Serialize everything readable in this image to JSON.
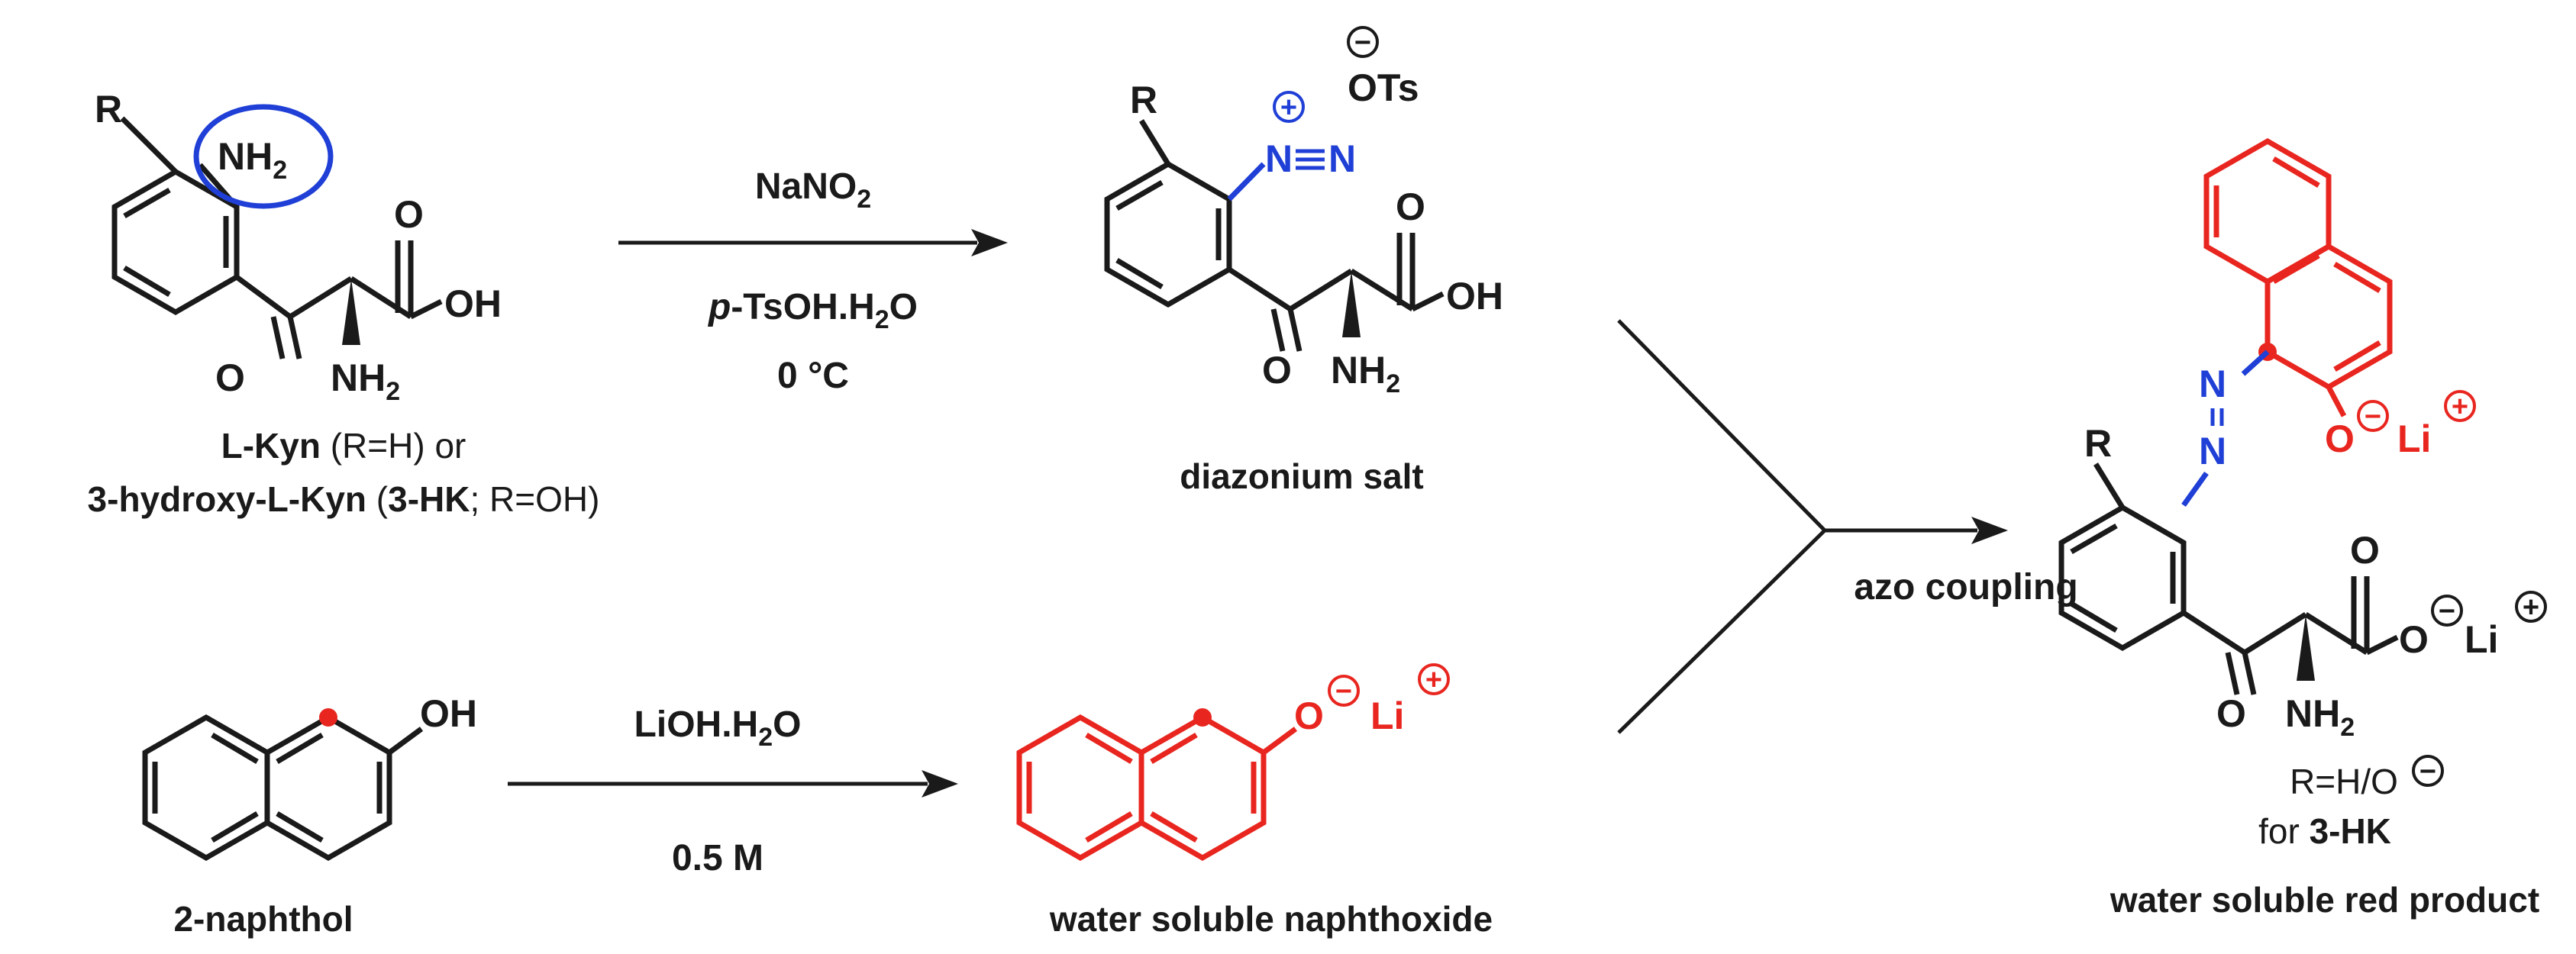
{
  "atoms": {
    "R": "R",
    "NH": "NH",
    "sub2": "2",
    "OH": "OH",
    "O": "O",
    "N": "N",
    "OTs": "OTs",
    "Li": "Li",
    "minus": "−",
    "plus": "+"
  },
  "reagents": {
    "top_above": "NaNO",
    "top_above_sub": "2",
    "top_below_italic": "p",
    "top_below_rest": "-TsOH.H",
    "top_below_sub": "2",
    "top_below_end": "O",
    "top_temp": "0 °C",
    "bottom_above": "LiOH.H",
    "bottom_above_sub": "2",
    "bottom_above_end": "O",
    "bottom_below": "0.5 M",
    "coupling": "azo coupling"
  },
  "captions": {
    "lkyn_bold": "L-Kyn",
    "lkyn_rest": " (R=H) or",
    "hk_bold1": "3-hydroxy-L-Kyn",
    "hk_mid1": " (",
    "hk_bold2": "3-HK",
    "hk_mid2": "; R=OH)",
    "diazonium": "diazonium salt",
    "naphthol": "2-naphthol",
    "naphthoxide": "water soluble naphthoxide",
    "r_eq": "R=H/O",
    "for_text": "for ",
    "for_bold": "3-HK",
    "product": "water soluble red product"
  },
  "colors": {
    "black": "#1a1a1a",
    "red": "#e8261f",
    "blue": "#1f3fd6"
  }
}
